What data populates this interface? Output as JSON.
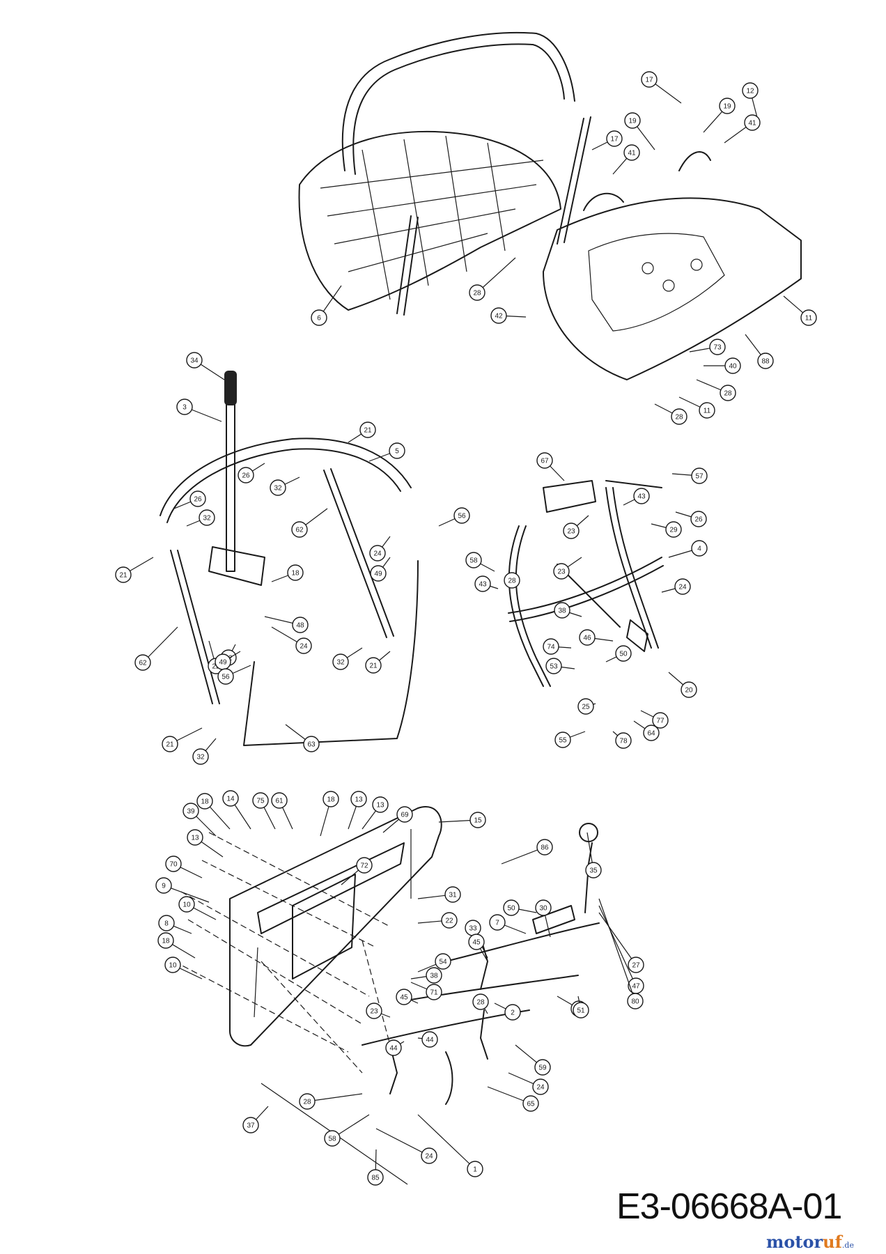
{
  "diagram_code": "E3-06668A-01",
  "watermark": {
    "part_a": "motor",
    "part_b": "uf",
    "part_c": ".de"
  },
  "callouts": {
    "seat": [
      "17",
      "12",
      "19",
      "19",
      "41",
      "17",
      "41",
      "6",
      "28",
      "42",
      "11",
      "73",
      "40",
      "28",
      "11",
      "28",
      "88"
    ],
    "steering": [
      "34",
      "3",
      "21",
      "5",
      "26",
      "32",
      "26",
      "32",
      "62",
      "56",
      "21",
      "24",
      "49",
      "18",
      "62",
      "22",
      "32",
      "48",
      "24",
      "49",
      "56",
      "32",
      "21",
      "63",
      "21",
      "32"
    ],
    "frame": [
      "67",
      "57",
      "43",
      "26",
      "23",
      "29",
      "4",
      "58",
      "23",
      "28",
      "43",
      "24",
      "38",
      "46",
      "74",
      "50",
      "53",
      "20",
      "25",
      "77",
      "55",
      "78",
      "64"
    ],
    "pedals": [
      "18",
      "14",
      "75",
      "61",
      "18",
      "13",
      "13",
      "69",
      "39",
      "15",
      "13",
      "86",
      "70",
      "72",
      "9",
      "31",
      "10",
      "22",
      "35",
      "8",
      "33",
      "7",
      "50",
      "30",
      "18",
      "54",
      "38",
      "45",
      "27",
      "10",
      "71",
      "47",
      "30",
      "51",
      "80",
      "23",
      "45",
      "28",
      "2",
      "44",
      "59",
      "44",
      "24",
      "28",
      "65",
      "37",
      "58",
      "24",
      "85",
      "1"
    ]
  }
}
